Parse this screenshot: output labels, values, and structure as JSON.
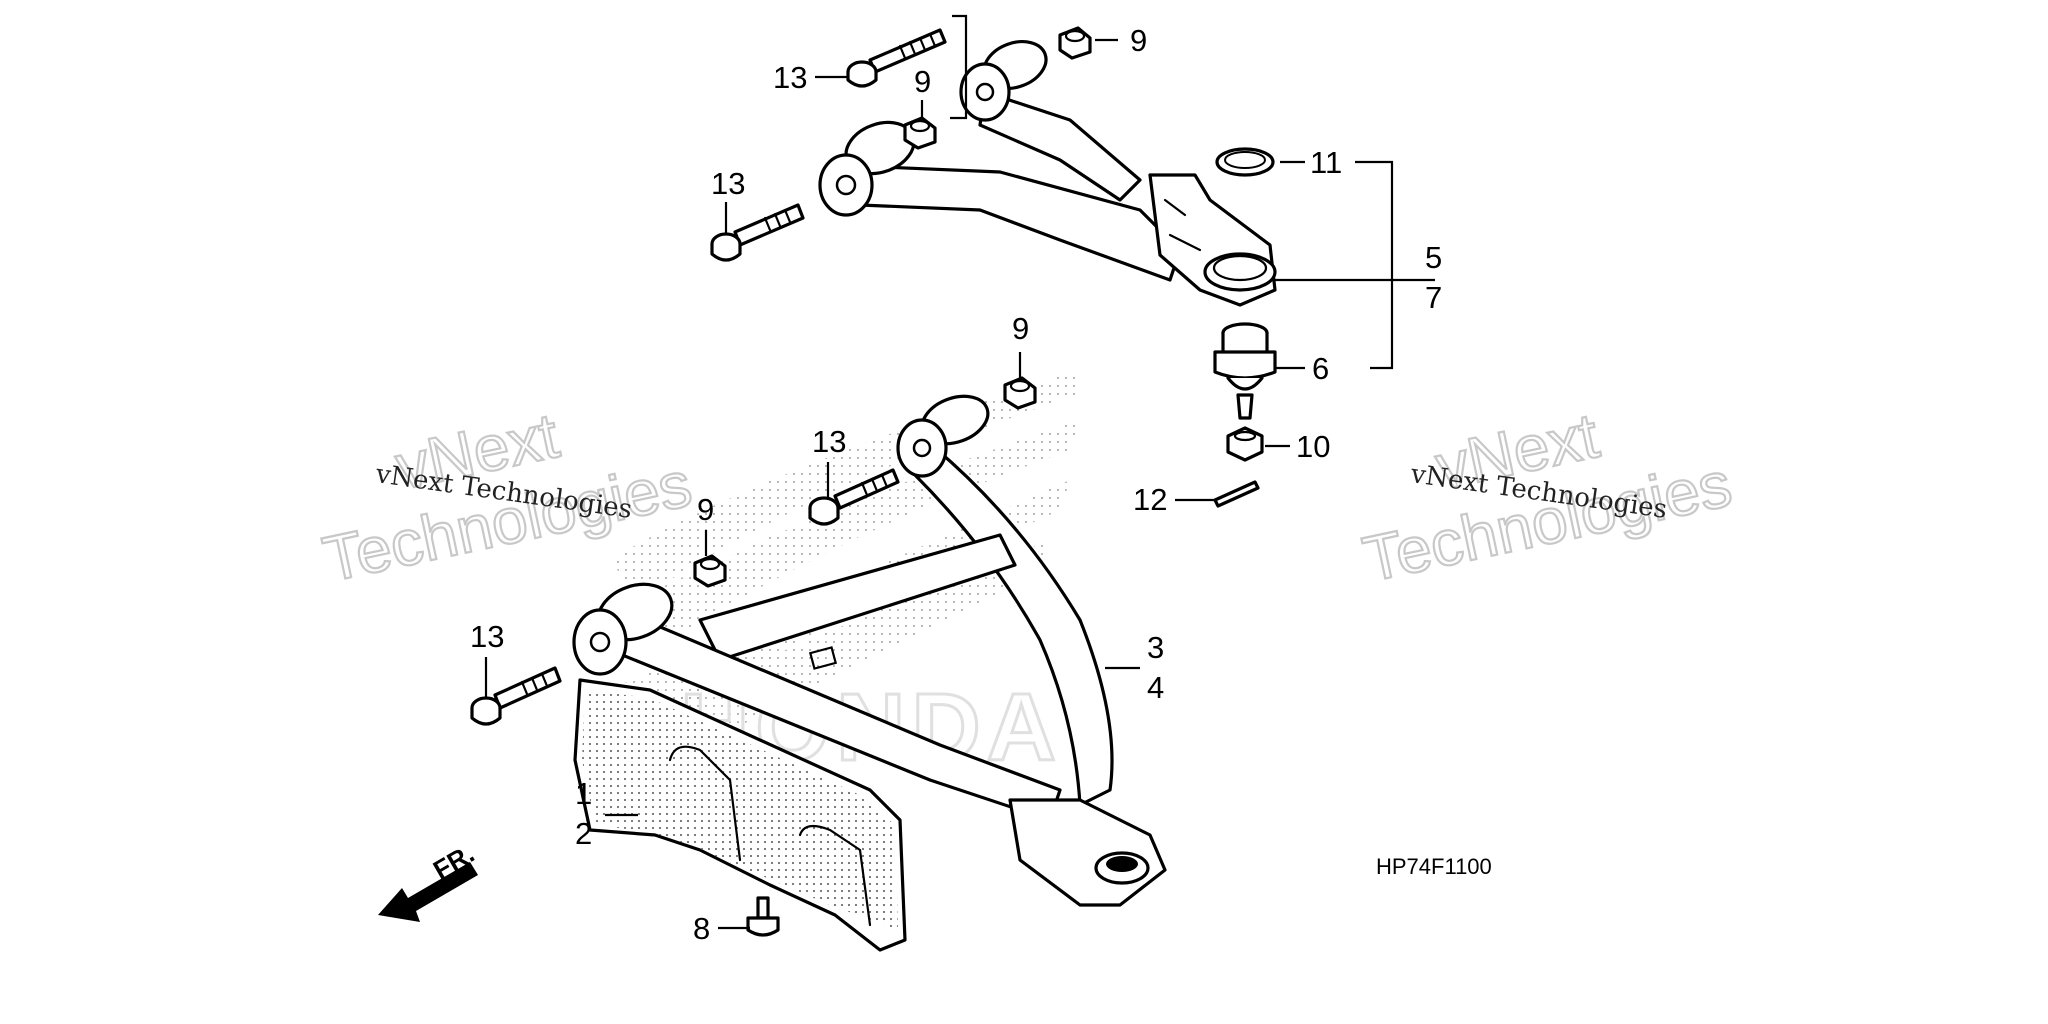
{
  "diagram_code": "HP74F1100",
  "direction_label": "FR.",
  "watermark": {
    "big_line1": "vNext",
    "big_line2": "Technologies",
    "small": "vNext Technologies"
  },
  "brand_watermark": "HONDA",
  "callouts": {
    "c1": "1",
    "c2": "2",
    "c3": "3",
    "c4": "4",
    "c5": "5",
    "c6": "6",
    "c7": "7",
    "c8": "8",
    "c9": "9",
    "c10": "10",
    "c11": "11",
    "c12": "12",
    "c13": "13"
  }
}
